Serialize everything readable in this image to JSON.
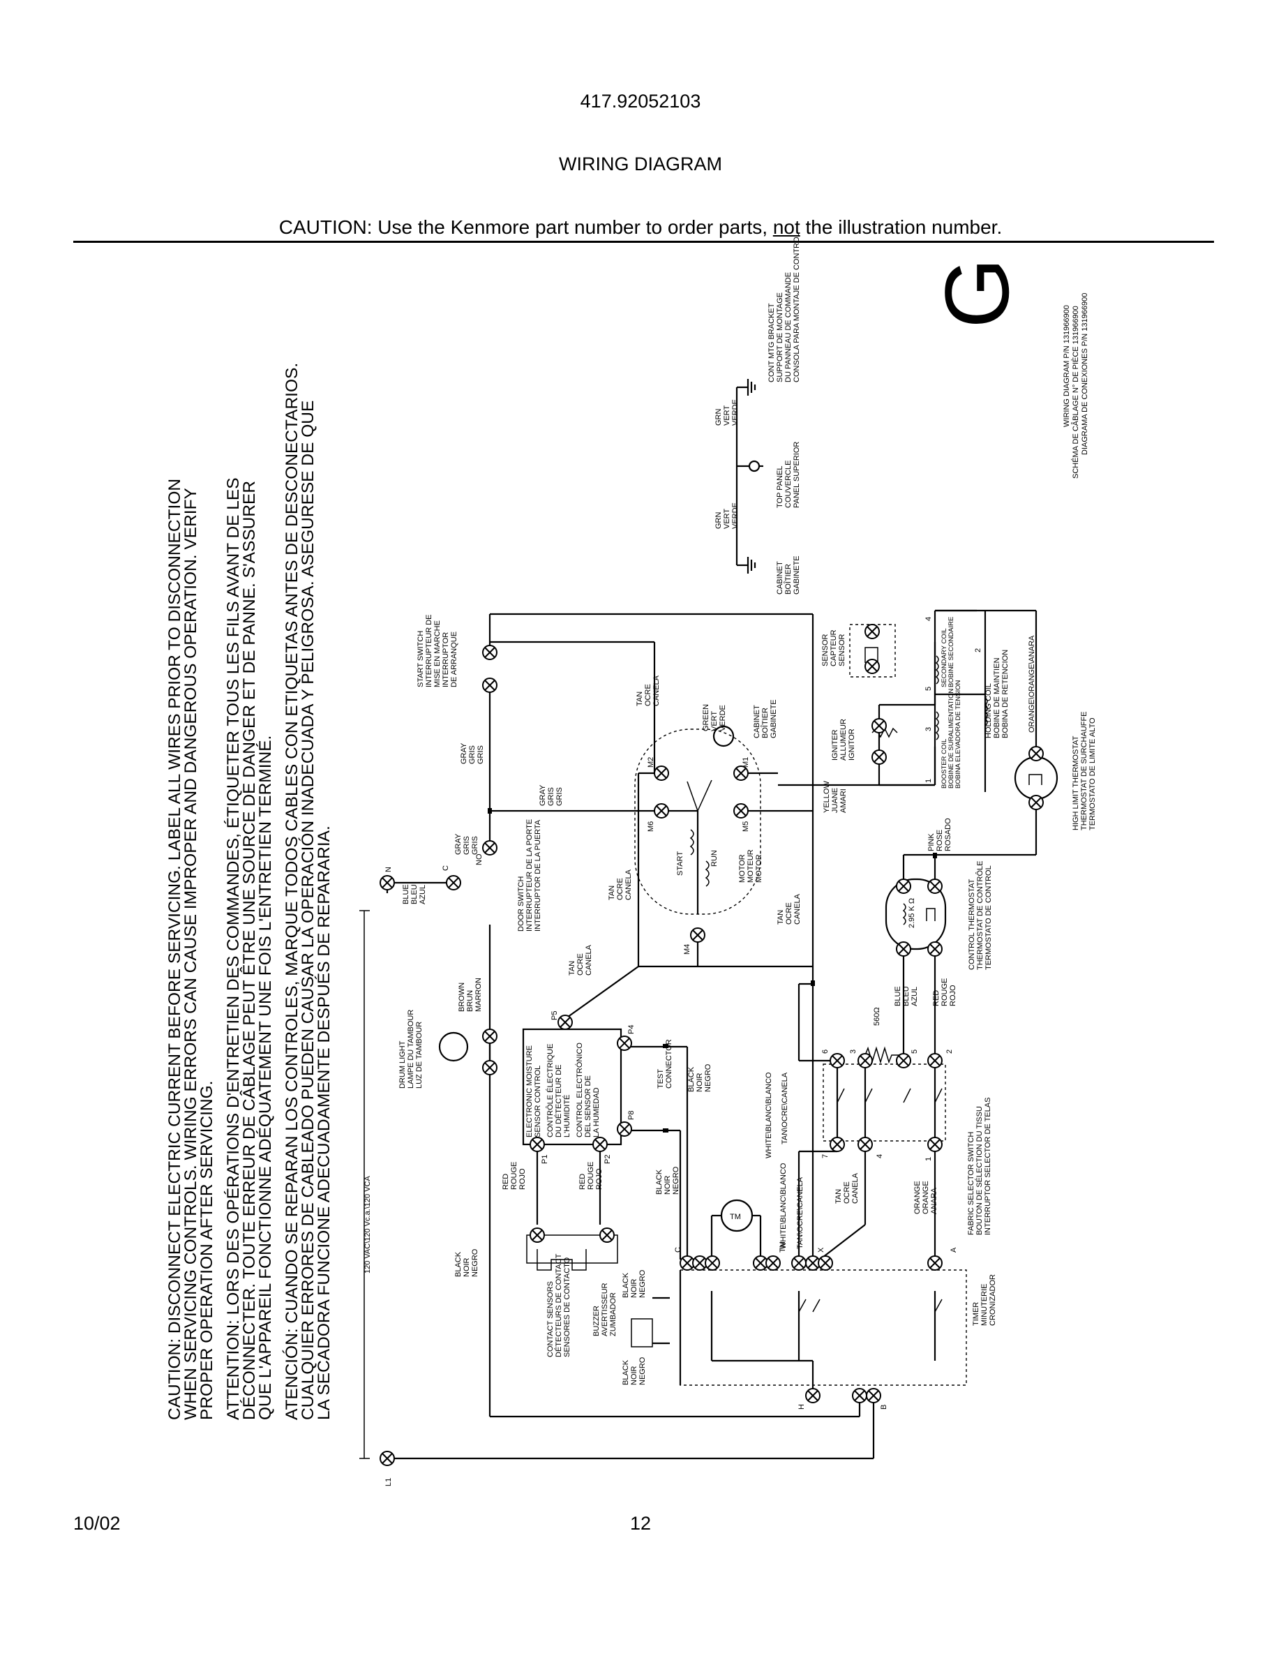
{
  "header": {
    "part_number": "417.92052103",
    "title": "WIRING DIAGRAM",
    "caution_prefix": "CAUTION: Use the Kenmore part number to order parts, ",
    "caution_emphasis": "not",
    "caution_suffix": " the illustration number."
  },
  "footer": {
    "date": "10/02",
    "page": "12"
  },
  "warnings": {
    "en": [
      "CAUTION: DISCONNECT ELECTRIC CURRENT BEFORE SERVICING. LABEL ALL WIRES PRIOR TO DISCONNECTION",
      "WHEN SERVICING CONTROLS. WIRING ERRORS CAN CAUSE IMPROPER AND DANGEROUS OPERATION. VERIFY",
      "PROPER OPERATION AFTER SERVICING."
    ],
    "fr": [
      "ATTENTION: LORS DES OPÉRATIONS D'ENTRETIEN DES COMMANDES, ÉTIQUETER TOUS LES FILS AVANT DE LES",
      "DÉCONNECTER. TOUTE ERREUR DE CÂBLAGE PEUT ÊTRE UNE SOURCE DE DANGER ET DE PANNE. S'ASSURER",
      "QUE L'APPAREIL FONCTIONNE ADÉQUATEMENT UNE FOIS L'ENTRETIEN TERMINÉ."
    ],
    "es": [
      "ATENCIÓN: CUANDO SE REPARAN LOS CONTROLES, MARQUE TODOS CABLES CON ETIQUETAS ANTES DE DESCONECTARIOS.",
      "CUALQUIER ERRORES DE CABLEADO PUEDEN CAUSAR LA OPERACIÓN INADECUADA Y PELIGROSA. ASEGURESE DE QUE",
      "LA SECADORA FUNCIONE ADECUADAMENTE DESPUÉS DE REPARARIA."
    ]
  },
  "ground": {
    "grn1": [
      "GRN",
      "VERT",
      "VERDE"
    ],
    "grn2": [
      "GRN",
      "VERT",
      "VERDE"
    ],
    "cabinet": [
      "CABINET",
      "BOÎTIER",
      "GABINETE"
    ],
    "top_panel": [
      "TOP PANEL",
      "COUVERCLE",
      "PANEL SUPERIOR"
    ],
    "cont_bracket": [
      "CONT MTG BRACKET",
      "SUPPORT DE MONTAGE",
      "DU PANNEAU DE COMMANDE",
      "CONSOLA PARA MONTAJE DE CONTROL"
    ]
  },
  "diagram_id": {
    "letter": "G",
    "lines": [
      "WIRING DIAGRAM P/N 131966900",
      "SCHÉMA DE CÂBLAGE N° DE PIÈCE 131966900",
      "DIAGRAMA DE CONEXIONES P/N 131966900"
    ]
  },
  "power": {
    "voltage": "120 VAC\\120 Vc.a.\\120 VCA",
    "n": "N",
    "l1": "L1",
    "blue": [
      "BLUE",
      "BLEU",
      "AZUL"
    ]
  },
  "components": {
    "start_switch": [
      "START SWITCH",
      "INTERRUPTEUR DE",
      "MISE EN MARCHE",
      "INTERRUPTOR",
      "DE ARRANQUE"
    ],
    "door_switch": [
      "DOOR SWITCH",
      "INTERRUPTEUR DE LA PORTE",
      "INTERRUPTOR DE LA PUERTA"
    ],
    "drum_light": [
      "DRUM LIGHT",
      "LAMPE DU TAMBOUR",
      "LUZ DE TAMBOUR"
    ],
    "motor": [
      "MOTOR",
      "MOTEUR",
      "MOTOR"
    ],
    "motor_start": "START",
    "motor_run": "RUN",
    "cabinet2": [
      "CABINET",
      "BOÎTIER",
      "GABINETE"
    ],
    "igniter": [
      "IGNITER",
      "ALLUMEUR",
      "IGNITOR"
    ],
    "sensor": [
      "SENSOR",
      "CAPTEUR",
      "SENSOR"
    ],
    "booster": [
      "BOOSTER COIL",
      "BOBINE DE SURALIMENTATION",
      "BOBINA ELEVADORA DE TENSION"
    ],
    "secondary": [
      "SECONDARY COIL",
      "BOBINE SECONDAIRE",
      "BOBINA SECUNDARIA"
    ],
    "holding": [
      "HOLDING COIL",
      "BOBINE DE MAINTIEN",
      "BOBINA DE RETENCION"
    ],
    "high_limit": [
      "HIGH LIMIT THERMOSTAT",
      "THERMOSTAT DE SURCHAUFFE",
      "TERMOSTATO DE LIMITE ALTO"
    ],
    "control_thermostat": [
      "CONTROL THERMOSTAT",
      "THERMOSTAT DE CONTRÔLE",
      "TERMOSTATO DE CONTROL"
    ],
    "moisture": [
      "ELECTRONIC MOISTURE",
      "SENSOR CONTROL",
      "CONTRÔLE ÉLECTRIQUE",
      "DU DÉTECTEUR DE",
      "L'HUMIDITÉ",
      "CONTROL ELECTRÓNICO",
      "DEL SENSOR DE",
      "LA HUMEDAD"
    ],
    "test_connector": [
      "TEST",
      "CONNECTOR"
    ],
    "fabric_selector": [
      "FABRIC SELECTOR SWITCH",
      "BOUTON DE SÉLECTION DU TISSU",
      "INTERRUPTOR SELECTOR DE TELAS"
    ],
    "contact_sensors": [
      "CONTACT SENSORS",
      "DÉTECTEURS DE CONTACT",
      "SENSORES DE CONTACTO"
    ],
    "buzzer": [
      "BUZZER",
      "AVERTISSEUR",
      "ZUMBADOR"
    ],
    "timer": [
      "TIMER",
      "MINUTERIE",
      "CRONIZADOR"
    ],
    "resistor_ohms": "560Ω",
    "thermistor": "2.95 K Ω",
    "tm": "TM"
  },
  "wire_labels": {
    "gray": [
      "GRAY",
      "GRIS",
      "GRIS"
    ],
    "tan": [
      "TAN",
      "OCRE",
      "CANELA"
    ],
    "green": [
      "GREEN",
      "VERT",
      "VERDE"
    ],
    "yellow": [
      "YELLOW",
      "JUANE",
      "AMARI"
    ],
    "pink": [
      "PINK",
      "ROSE",
      "ROSADO"
    ],
    "brown": [
      "BROWN",
      "BRUN",
      "MARRON"
    ],
    "black": [
      "BLACK",
      "NOIR",
      "NEGRO"
    ],
    "red": [
      "RED",
      "ROUGE",
      "ROJO"
    ],
    "blue": [
      "BLUE",
      "BLEU",
      "AZUL"
    ],
    "orange": [
      "ORANGE",
      "ORANGE",
      "ANARA"
    ],
    "orange_inline": "ORANGE\\ORANGE\\ANARA",
    "white_inline": "WHITE\\BLANC\\BLANCO",
    "tan_inline": "TAN\\OCRE\\CANELA"
  },
  "terminals": {
    "m1": "M1",
    "m2": "M2",
    "m4": "M4",
    "m5": "M5",
    "m6": "M6",
    "p1": "P1",
    "p2": "P2",
    "p4": "P4",
    "p5": "P5",
    "p8": "P8",
    "c": "C",
    "no": "NO",
    "x": "X",
    "a": "A",
    "h": "H",
    "b": "B",
    "tm": "TM",
    "s1": "1",
    "s2": "2",
    "s3": "3",
    "s4": "4",
    "s5": "5",
    "s6": "6",
    "s7": "7"
  }
}
